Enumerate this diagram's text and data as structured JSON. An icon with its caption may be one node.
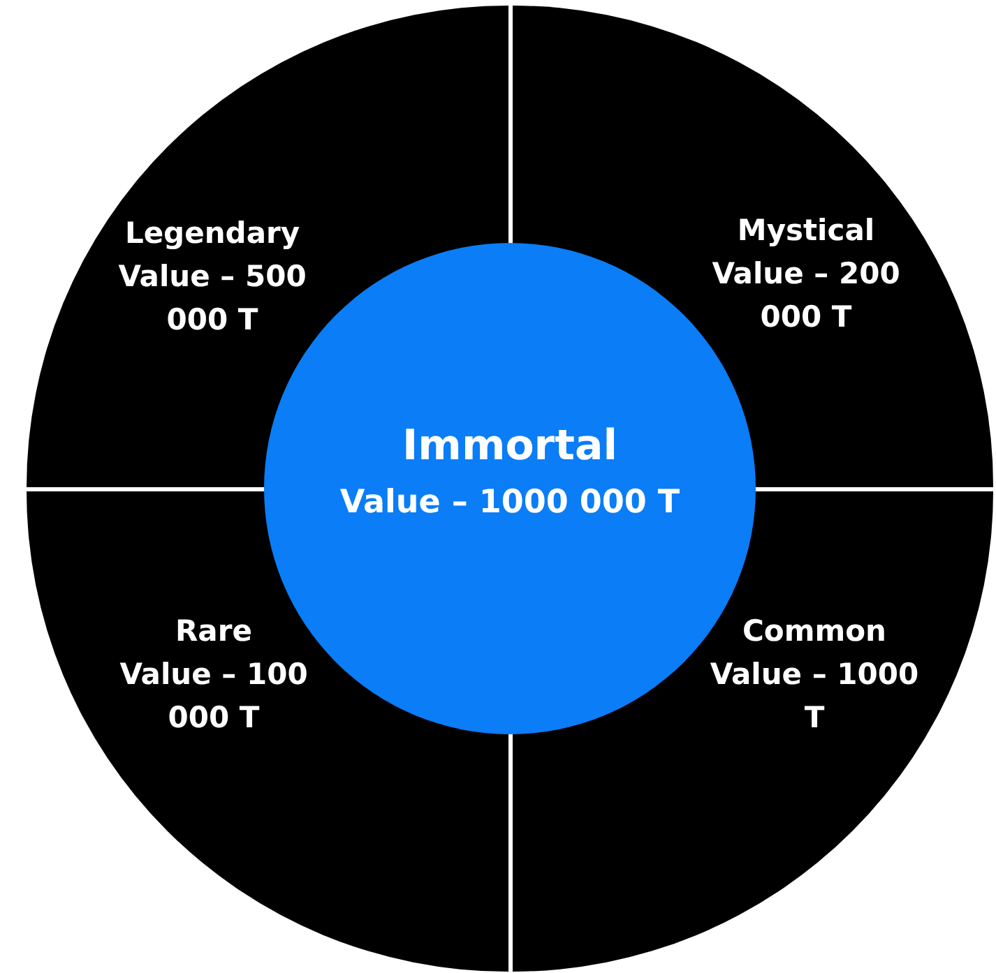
{
  "diagram": {
    "nodes": [
      {
        "text": [
          "Legendary",
          "Value – 500 000 T"
        ]
      },
      {
        "text": [
          "Mystical",
          "Value – 200 000 T"
        ]
      },
      {
        "text": [
          "Immortal",
          "Value – 1000 000 T"
        ]
      },
      {
        "text": [
          "Rare",
          "Value – 100 000 T"
        ]
      },
      {
        "text": [
          "Common",
          "Value – 1000 T"
        ]
      }
    ],
    "edges": []
  }
}
